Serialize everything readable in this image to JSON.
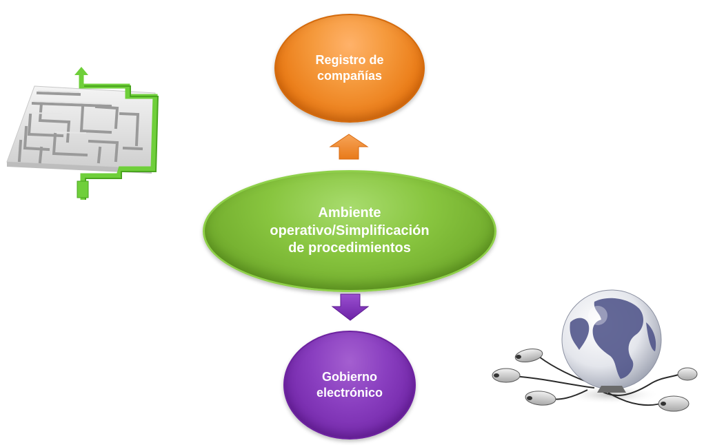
{
  "diagram": {
    "nodes": {
      "top": {
        "label": "Registro de\ncompañías",
        "color": "#f08c28"
      },
      "center": {
        "label": "Ambiente\noperativo/Simplificación\nde procedimientos",
        "color": "#7fbf3a"
      },
      "bottom": {
        "label": "Gobierno\nelectrónico",
        "color": "#7a2cb0"
      }
    },
    "edges": [
      {
        "from": "center",
        "to": "top",
        "direction": "up",
        "color": "#f08c28"
      },
      {
        "from": "center",
        "to": "bottom",
        "direction": "down",
        "color": "#7a2cb0"
      }
    ]
  },
  "illustrations": {
    "left": {
      "icon": "maze-icon"
    },
    "right": {
      "icon": "globe-with-mice-icon"
    }
  }
}
